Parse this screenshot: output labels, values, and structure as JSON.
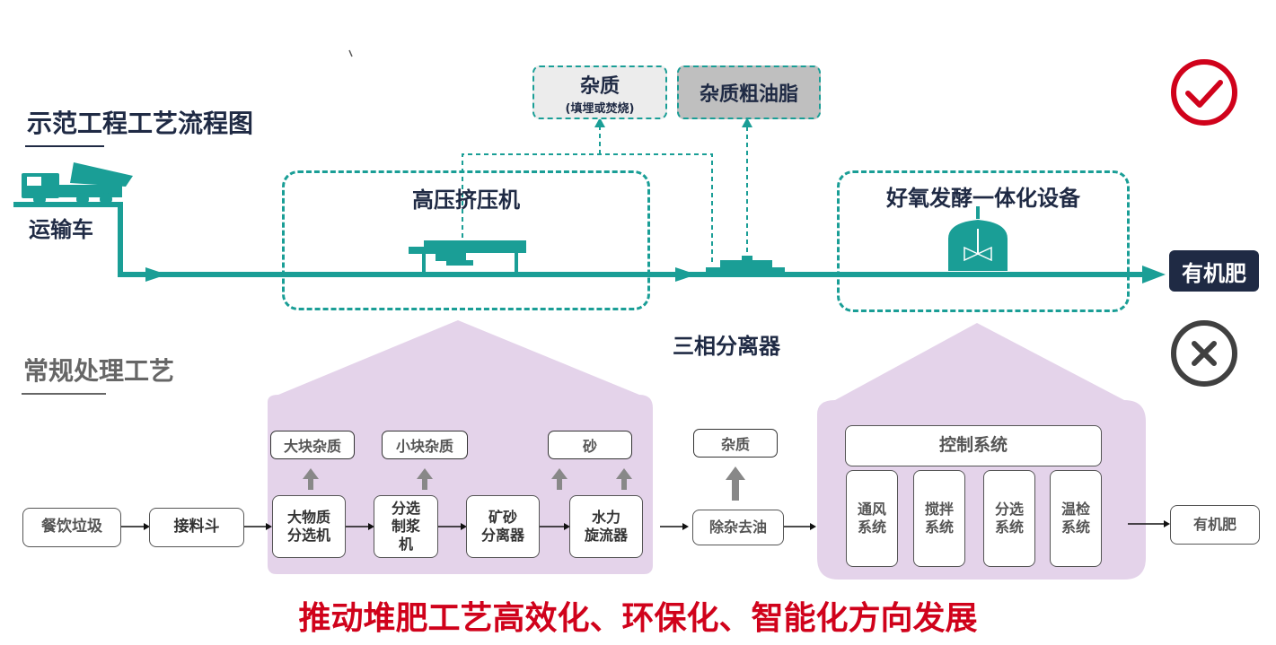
{
  "demo": {
    "title": "示范工程工艺流程图",
    "truck_label": "运输车",
    "press_label": "高压挤压机",
    "fermenter_label": "好氧发酵一体化设备",
    "separator_label": "三相分离器",
    "output_label": "有机肥",
    "impurity_box": {
      "title": "杂质",
      "subtitle": "(填埋或焚烧)"
    },
    "oil_box": {
      "title": "杂质粗油脂"
    },
    "check_color": "#d0021b"
  },
  "conventional": {
    "title": "常规处理工艺",
    "nodes": {
      "food_waste": "餐饮垃圾",
      "hopper": "接料斗",
      "bulk_sorter": "大物质\n分选机",
      "pulper": "分选\n制浆\n机",
      "grit_separator": "矿砂\n分离器",
      "hydrocyclone": "水力\n旋流器",
      "deoiler": "除杂去油",
      "output": "有机肥"
    },
    "outputs": {
      "large_impurity": "大块杂质",
      "small_impurity": "小块杂质",
      "sand": "砂",
      "impurity": "杂质"
    },
    "control": {
      "title": "控制系统",
      "systems": [
        "通风\n系统",
        "搅拌\n系统",
        "分选\n系统",
        "温检\n系统"
      ]
    },
    "cross_color": "#404040"
  },
  "slogan": "推动堆肥工艺高效化、环保化、智能化方向发展",
  "colors": {
    "teal": "#1a9e96",
    "navy": "#1f2a44",
    "purple_fill": "#e4d3ea",
    "red": "#d0021b"
  }
}
